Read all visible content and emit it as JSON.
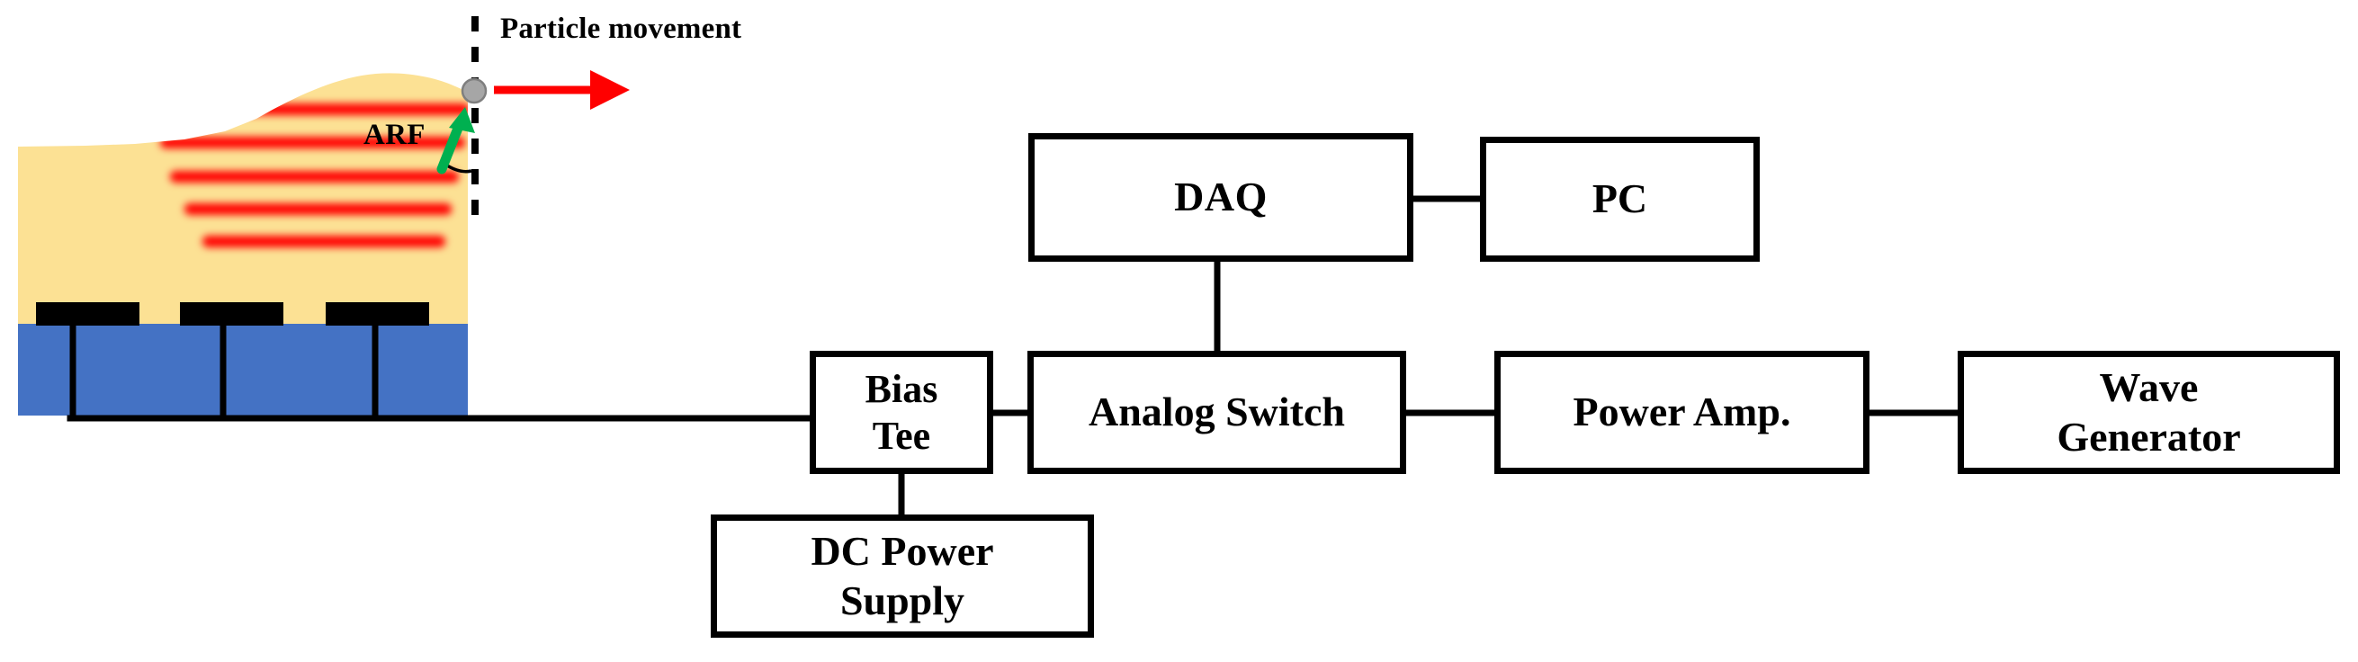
{
  "figure": {
    "type": "system-schematic-block-diagram",
    "background": "#ffffff"
  },
  "schematic": {
    "title_annotations": {
      "particle_movement_label": "Particle movement",
      "arf_label": "ARF"
    },
    "layers": [
      {
        "name": "fluid-medium",
        "color": "#FCE194",
        "description": "yellow fluid / droplet medium with deformed free surface"
      },
      {
        "name": "substrate",
        "color": "#4472C4",
        "description": "blue piezoelectric substrate"
      },
      {
        "name": "electrodes",
        "color": "#000000",
        "count": 3,
        "description": "black interdigitated transducer electrodes"
      }
    ],
    "acoustic_beam": {
      "color": "#FF0000",
      "count": 5,
      "description": "converging red acoustic radiation beams"
    },
    "particle": {
      "fill": "#A6A6A6",
      "stroke": "#595959",
      "description": "gray suspended particle at the pressure node"
    },
    "arf_arrow": {
      "color": "#00B050",
      "description": "green acoustic radiation force vector"
    },
    "movement_arrow": {
      "color": "#FF0000",
      "description": "red horizontal particle-movement arrow"
    },
    "reference_line": {
      "color": "#000000",
      "style": "dashed",
      "description": "vertical dashed reference axis"
    }
  },
  "blocks": [
    {
      "id": "daq",
      "label": "DAQ",
      "lines": [
        "DAQ"
      ]
    },
    {
      "id": "pc",
      "label": "PC",
      "lines": [
        "PC"
      ]
    },
    {
      "id": "bias_tee",
      "label": "Bias Tee",
      "lines": [
        "Bias",
        "Tee"
      ]
    },
    {
      "id": "analog",
      "label": "Analog Switch",
      "lines": [
        "Analog Switch"
      ]
    },
    {
      "id": "poweramp",
      "label": "Power Amp.",
      "lines": [
        "Power Amp."
      ]
    },
    {
      "id": "wavegen",
      "label": "Wave Generator",
      "lines": [
        "Wave",
        "Generator"
      ]
    },
    {
      "id": "dcpower",
      "label": "DC Power Supply",
      "lines": [
        "DC Power",
        "Supply"
      ]
    }
  ],
  "block_text": {
    "daq": "DAQ",
    "pc": "PC",
    "bias_tee_line1": "Bias",
    "bias_tee_line2": "Tee",
    "analog": "Analog Switch",
    "poweramp": "Power Amp.",
    "wavegen_line1": "Wave",
    "wavegen_line2": "Generator",
    "dcpower_line1": "DC Power",
    "dcpower_line2": "Supply"
  },
  "connections": [
    {
      "from": "daq",
      "to": "pc",
      "orientation": "horizontal"
    },
    {
      "from": "daq",
      "to": "analog",
      "orientation": "vertical"
    },
    {
      "from": "device",
      "to": "bias_tee",
      "orientation": "horizontal"
    },
    {
      "from": "bias_tee",
      "to": "analog",
      "orientation": "horizontal"
    },
    {
      "from": "bias_tee",
      "to": "dcpower",
      "orientation": "vertical"
    },
    {
      "from": "analog",
      "to": "poweramp",
      "orientation": "horizontal"
    },
    {
      "from": "poweramp",
      "to": "wavegen",
      "orientation": "horizontal"
    }
  ],
  "colors": {
    "fluid": "#FCE194",
    "substrate": "#4472C4",
    "electrode": "#000000",
    "beam": "#FF0000",
    "arf": "#00B050",
    "particle_fill": "#A6A6A6",
    "particle_stroke": "#595959",
    "wire": "#000000"
  }
}
